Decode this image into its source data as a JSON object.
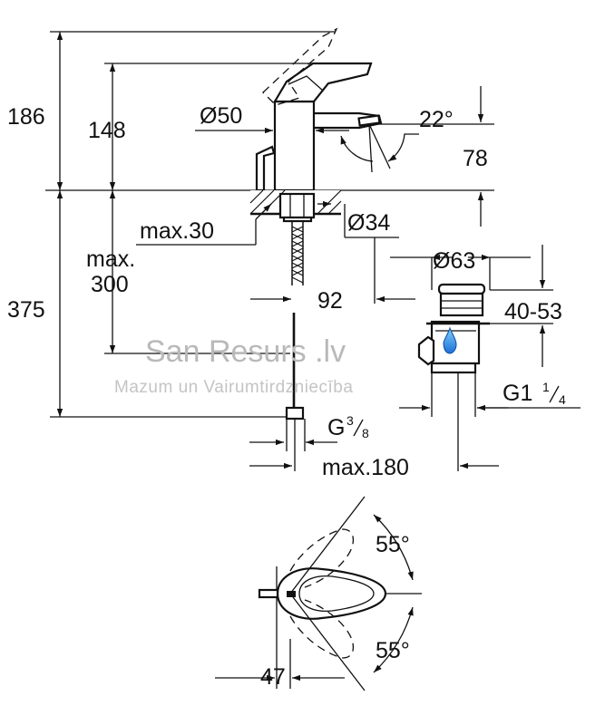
{
  "dimensions": {
    "total_height": "186",
    "spout_height": "148",
    "body_diameter": "Ø50",
    "spout_angle": "22°",
    "outlet_height": "78",
    "max_thickness": "max.30",
    "hole_diameter": "Ø34",
    "max_hose_label": "max.",
    "max_hose_value": "300",
    "drain_depth": "375",
    "spout_to_drain": "92",
    "drain_diameter": "Ø63",
    "drain_range": "40-53",
    "waste_thread_main": "G1",
    "waste_thread_num": "1",
    "waste_thread_den": "4",
    "supply_thread_main": "G",
    "supply_thread_num": "3",
    "supply_thread_den": "8",
    "max_reach": "max.180",
    "lever_angle_upper": "55°",
    "lever_angle_lower": "55°",
    "lever_offset": "47"
  },
  "watermark": {
    "brand": "San Resurs .lv",
    "tagline": "Mazum un Vairumtirdzniecība"
  }
}
